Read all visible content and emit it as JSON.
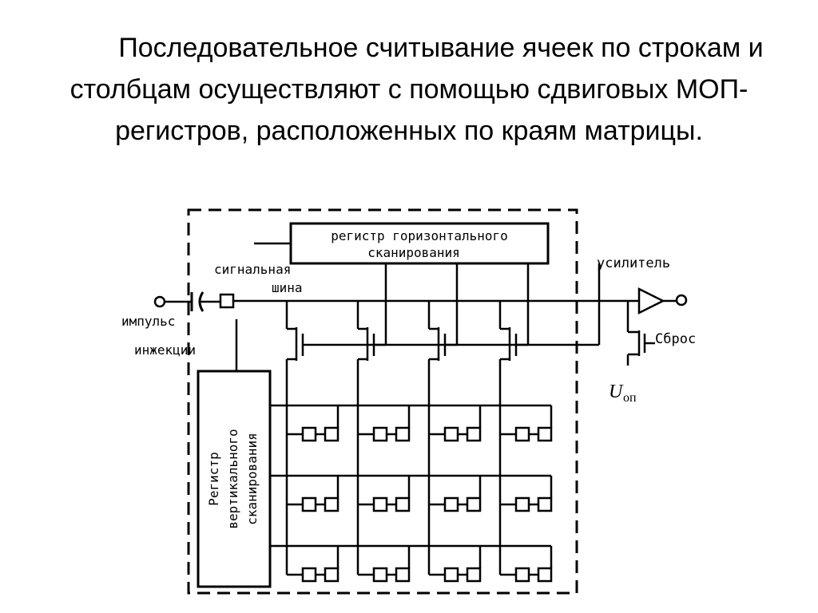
{
  "slide": {
    "text": "Последовательное считывание ячеек по строкам и столбцам осуществляют с помощью сдвиговых МОП-регистров, расположенных по краям матрицы."
  },
  "diagram": {
    "labels": {
      "horizontal_register_line1": "регистр горизонтального",
      "horizontal_register_line2": "сканирования",
      "signal_bus_line1": "сигнальная",
      "signal_bus_line2": "шина",
      "injection_pulse_line1": "импульс",
      "injection_pulse_line2": "инжекции",
      "amplifier": "усилитель",
      "reset": "Сброс",
      "reference_voltage_symbol": "U",
      "reference_voltage_subscript": "оп",
      "vertical_register_line1": "Регистр",
      "vertical_register_line2": "вертикального",
      "vertical_register_line3": "сканирования"
    },
    "matrix": {
      "rows": 3,
      "columns": 4
    },
    "line_color": "#000000"
  }
}
